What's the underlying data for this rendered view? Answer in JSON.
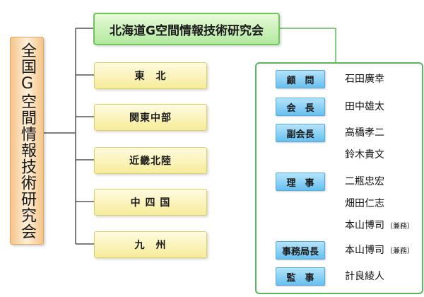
{
  "organization": {
    "root": "全国G空間情報技術研究会",
    "headquarters": "北海道G空間情報技術研究会",
    "branches": [
      "東　北",
      "関東中部",
      "近畿北陸",
      "中 四 国",
      "九　州"
    ]
  },
  "officers": {
    "roles": [
      {
        "id": "advisor",
        "label": "顧　問"
      },
      {
        "id": "president",
        "label": "会　長"
      },
      {
        "id": "vice-president",
        "label": "副会長"
      },
      {
        "id": "director",
        "label": "理　事"
      },
      {
        "id": "secretary-general",
        "label": "事務局長"
      },
      {
        "id": "auditor",
        "label": "監　事"
      }
    ],
    "people": [
      {
        "role": "advisor",
        "name": "石田廣幸",
        "note": ""
      },
      {
        "role": "president",
        "name": "田中雄太",
        "note": ""
      },
      {
        "role": "vice-president",
        "name": "高橋孝二",
        "note": ""
      },
      {
        "role": "vice-president",
        "name": "鈴木貴文",
        "note": ""
      },
      {
        "role": "director",
        "name": "二瓶忠宏",
        "note": ""
      },
      {
        "role": "director",
        "name": "畑田仁志",
        "note": ""
      },
      {
        "role": "director",
        "name": "本山博司",
        "note": "（兼務）"
      },
      {
        "role": "secretary-general",
        "name": "本山博司",
        "note": "（兼務）"
      },
      {
        "role": "auditor",
        "name": "計良綾人",
        "note": ""
      }
    ]
  },
  "colors": {
    "root_fill": "#f4c48a",
    "headquarters_fill": "#b2e8a0",
    "branch_fill": "#f6ec9a",
    "role_fill": "#67c0ef",
    "connector": "#555555",
    "panel_border": "#5ab85a"
  }
}
